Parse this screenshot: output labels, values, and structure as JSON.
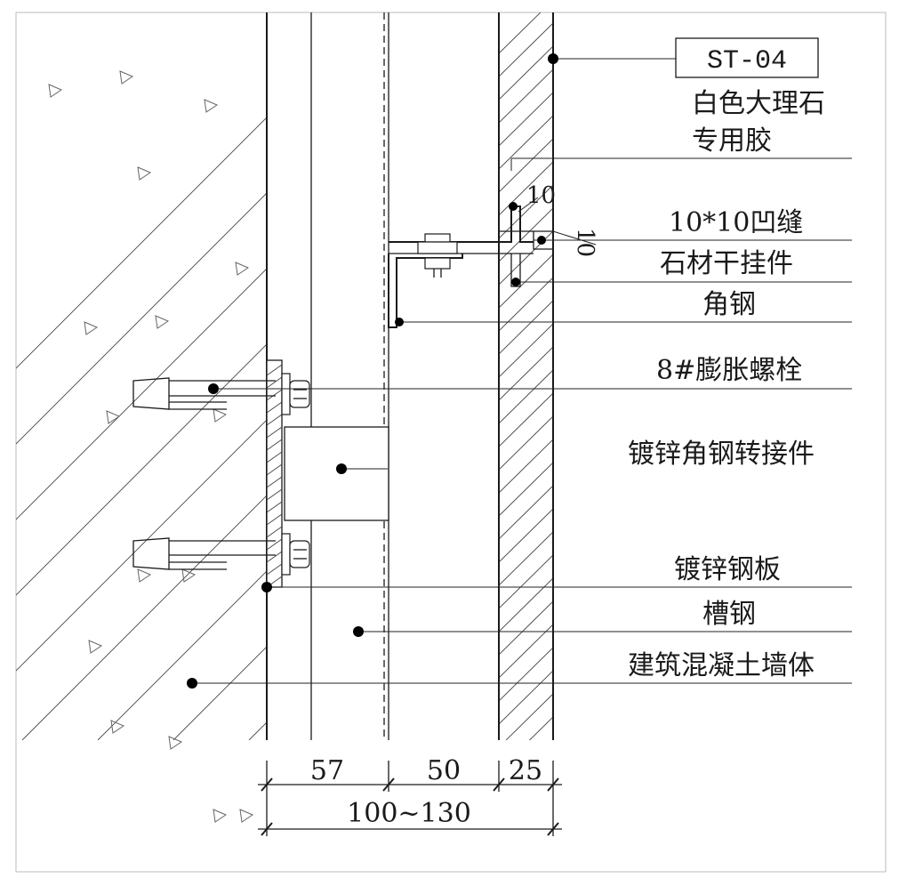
{
  "material_code": "ST-04",
  "callouts": [
    {
      "id": "marble",
      "text": "白色大理石"
    },
    {
      "id": "adhesive",
      "text": "专用胶"
    },
    {
      "id": "groove",
      "text": "10*10凹缝"
    },
    {
      "id": "stone-hanger",
      "text": "石材干挂件"
    },
    {
      "id": "angle-steel",
      "text": "角钢"
    },
    {
      "id": "expansion-bolt",
      "text": "8#膨胀螺栓"
    },
    {
      "id": "galvanized-angle-adapter",
      "text": "镀锌角钢转接件"
    },
    {
      "id": "galvanized-steel-plate",
      "text": "镀锌钢板"
    },
    {
      "id": "channel-steel",
      "text": "槽钢"
    },
    {
      "id": "concrete-wall",
      "text": "建筑混凝土墙体"
    }
  ],
  "dimensions": {
    "seg1": "57",
    "seg2": "50",
    "seg3": "25",
    "total": "100~130",
    "joint_h": "10",
    "joint_v": "10"
  }
}
